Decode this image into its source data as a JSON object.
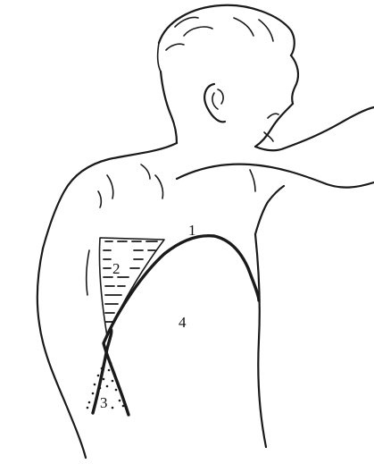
{
  "diagram": {
    "labels": {
      "line_1": "1",
      "zone_2": "2",
      "zone_3": "3",
      "zone_4": "4"
    },
    "colors": {
      "ink": "#1a1a1a",
      "background": "#ffffff"
    }
  }
}
